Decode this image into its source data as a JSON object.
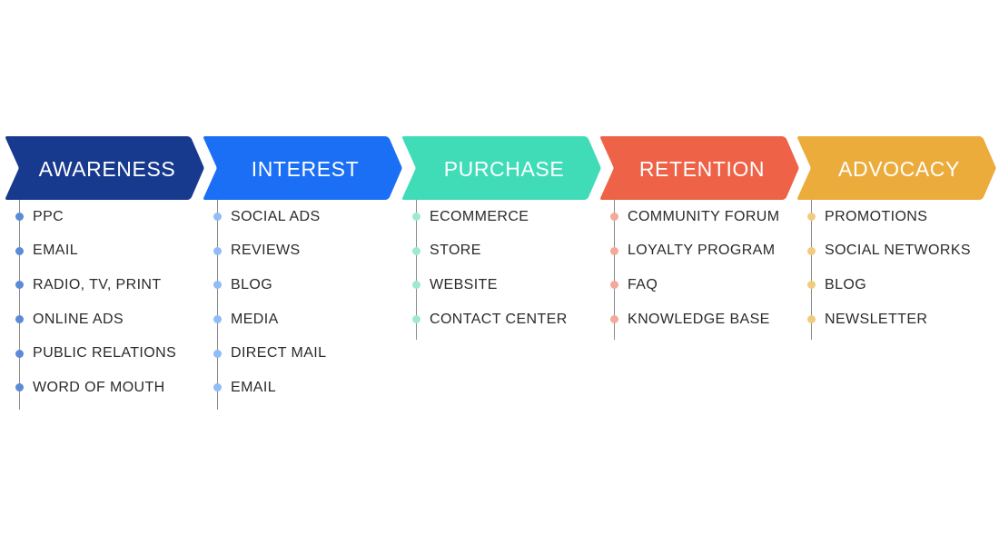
{
  "stages": [
    {
      "label": "AWARENESS",
      "color": "#173a8f",
      "dot_color": "#5b8ad6",
      "items": [
        "PPC",
        "EMAIL",
        "RADIO, TV, PRINT",
        "ONLINE ADS",
        "PUBLIC RELATIONS",
        "WORD OF MOUTH"
      ]
    },
    {
      "label": "INTEREST",
      "color": "#1b6ff5",
      "dot_color": "#8fbdf7",
      "items": [
        "SOCIAL ADS",
        "REVIEWS",
        "BLOG",
        "MEDIA",
        "DIRECT MAIL",
        "EMAIL"
      ]
    },
    {
      "label": "PURCHASE",
      "color": "#3fdcb7",
      "dot_color": "#9ee9d6",
      "items": [
        "ECOMMERCE",
        "STORE",
        "WEBSITE",
        "CONTACT CENTER"
      ]
    },
    {
      "label": "RETENTION",
      "color": "#ee6248",
      "dot_color": "#f4a99a",
      "items": [
        "COMMUNITY FORUM",
        "LOYALTY PROGRAM",
        "FAQ",
        "KNOWLEDGE BASE"
      ]
    },
    {
      "label": "ADVOCACY",
      "color": "#ecac3c",
      "dot_color": "#f0cc7e",
      "items": [
        "PROMOTIONS",
        "SOCIAL NETWORKS",
        "BLOG",
        "NEWSLETTER"
      ]
    }
  ]
}
